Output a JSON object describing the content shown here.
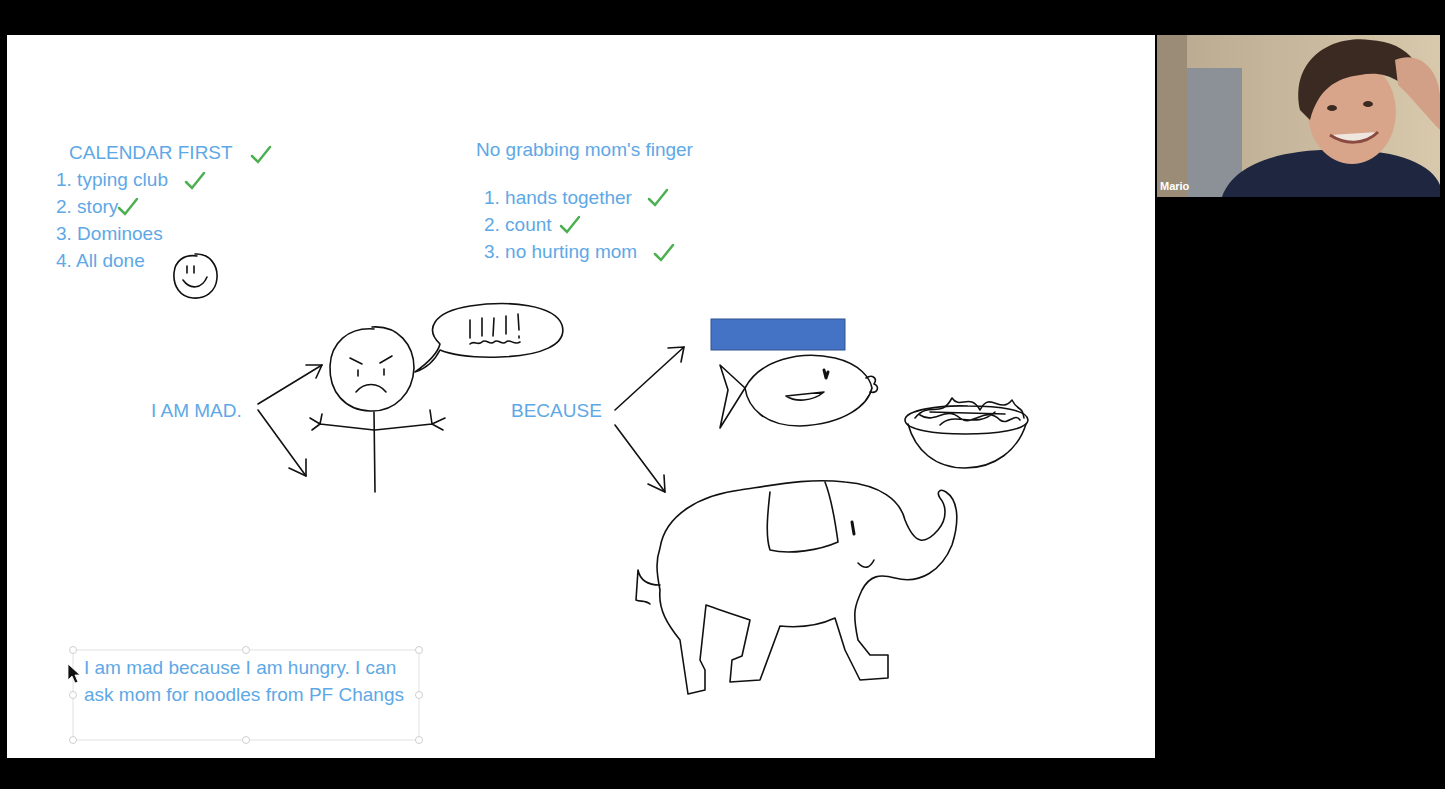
{
  "diagram": {
    "labels": [
      "CALENDAR FIRST",
      "1. typing club",
      "2. story",
      "3. Dominoes",
      "4. All done",
      "No grabbing mom's finger",
      "1. hands together",
      "2. count",
      "3. no hurting mom",
      "I AM MAD.",
      "BECAUSE",
      "I am mad because I am hungry. I can ask mom for noodles from PF Changs",
      "Mario"
    ]
  }
}
